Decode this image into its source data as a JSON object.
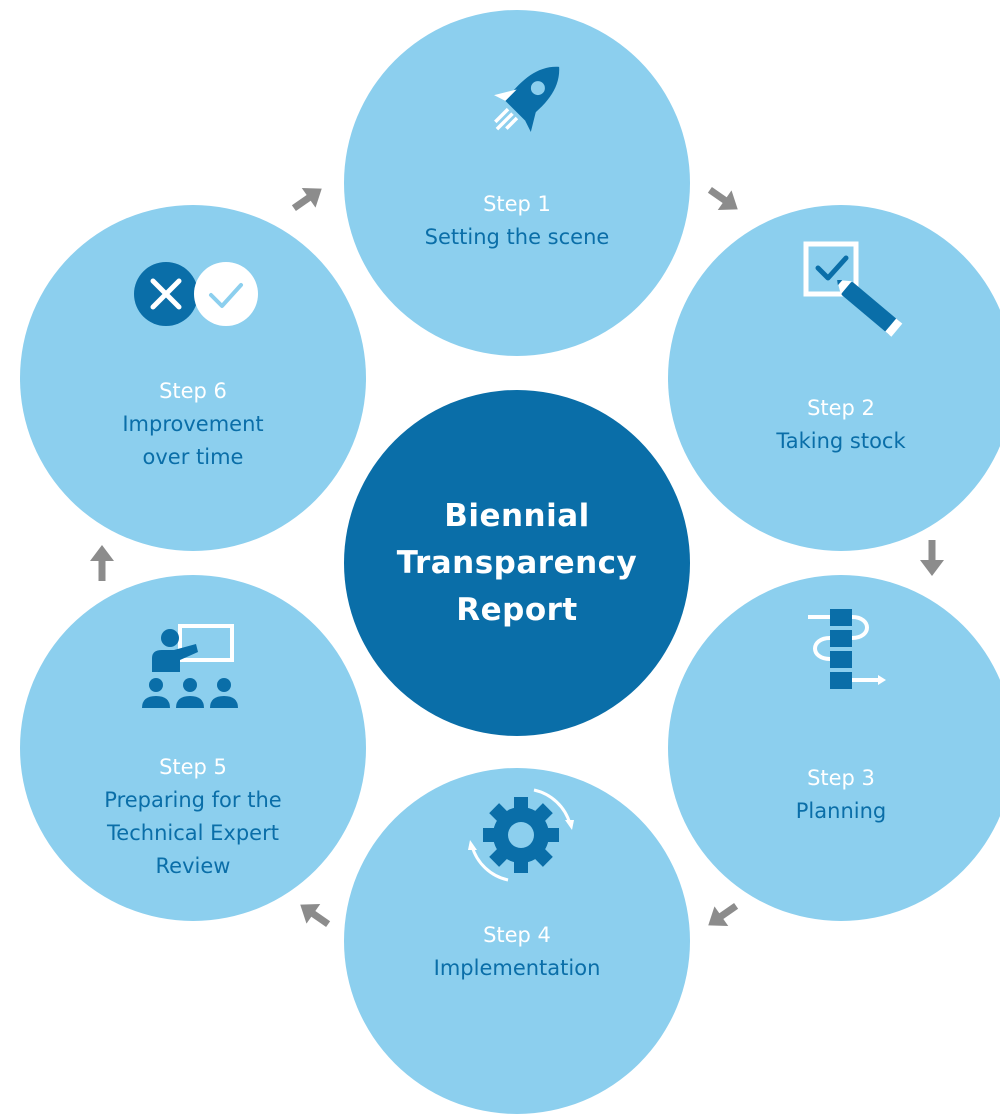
{
  "center": {
    "title": "Biennial\nTransparency\nReport"
  },
  "steps": [
    {
      "label": "Step 1",
      "title": "Setting the scene",
      "icon": "rocket-icon"
    },
    {
      "label": "Step 2",
      "title": "Taking stock",
      "icon": "checklist-pencil-icon"
    },
    {
      "label": "Step 3",
      "title": "Planning",
      "icon": "flow-blocks-icon"
    },
    {
      "label": "Step 4",
      "title": "Implementation",
      "icon": "gear-cycle-icon"
    },
    {
      "label": "Step 5",
      "title": "Preparing for the\nTechnical Expert\nReview",
      "icon": "presentation-audience-icon"
    },
    {
      "label": "Step 6",
      "title": "Improvement\nover time",
      "icon": "cross-check-icon"
    }
  ],
  "colors": {
    "light_blue": "#8ccfee",
    "dark_blue": "#0a6ea8",
    "arrow_gray": "#8c8c8c",
    "white": "#ffffff"
  }
}
